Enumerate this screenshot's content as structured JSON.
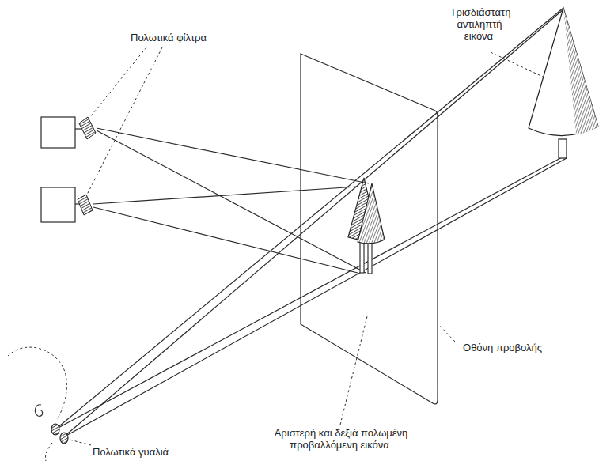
{
  "diagram": {
    "labels": [
      "Πολωτικά φίλτρα",
      "Τρισδιάστατη αντιληπτή εικόνα",
      "Οθόνη προβολής",
      "Αριστερή και δεξιά πολωμένη προβαλλόμενη εικόνα",
      "Πολωτικά γυαλιά"
    ]
  }
}
